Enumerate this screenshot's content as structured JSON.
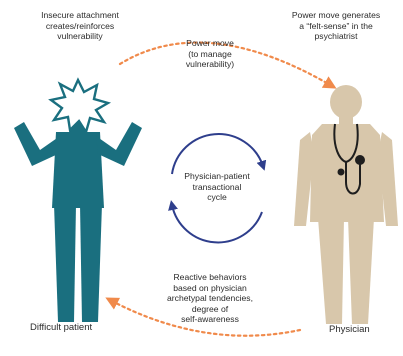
{
  "labels": {
    "top_left": [
      "Insecure attachment",
      "creates/reinforces",
      "vulnerability"
    ],
    "top_right": [
      "Power move generates",
      "a “felt-sense” in the",
      "psychiatrist"
    ],
    "top_middle": [
      "Power move",
      "(to manage",
      "vulnerability)"
    ],
    "center": [
      "Physician-patient",
      "transactional",
      "cycle"
    ],
    "bottom_middle": [
      "Reactive behaviors",
      "based on physician",
      "archetypal tendencies,",
      "degree of",
      "self-awareness"
    ]
  },
  "captions": {
    "patient": "Difficult patient",
    "physician": "Physician"
  },
  "icons": {
    "patient": "person-figure-icon",
    "physician": "doctor-figure-icon",
    "burst": "burst-icon",
    "stethoscope": "stethoscope-icon"
  },
  "colors": {
    "patient": "#1a6f7f",
    "physician": "#d8c7ab",
    "dotted_arrow": "#f08a4b",
    "cycle": "#2e3e8c",
    "text": "#2b2b2b"
  }
}
